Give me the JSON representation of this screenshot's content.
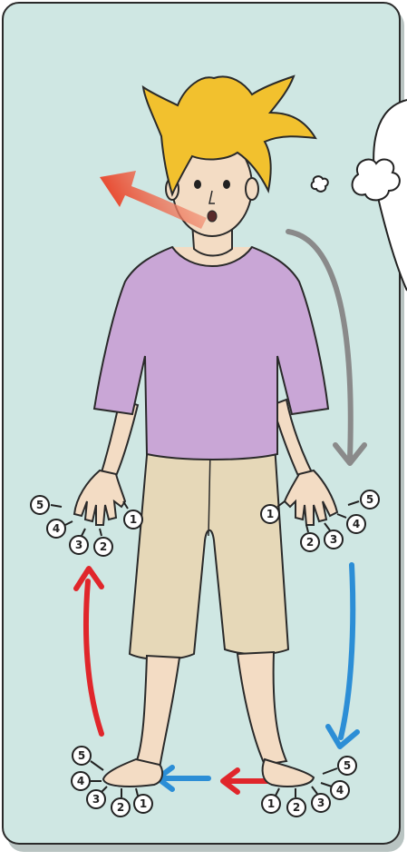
{
  "illustration": {
    "panel_color": "#cfe7e3",
    "shirt_color": "#c9a6d6",
    "pants_color": "#e6d8b8",
    "hair_color": "#f2c12e",
    "skin_color": "#f3dcc4",
    "arrow_gray": "#8a8a8a",
    "arrow_blue": "#2c8ed6",
    "arrow_red": "#e0262b"
  },
  "finger_labels": {
    "left_hand": [
      "1",
      "2",
      "3",
      "4",
      "5"
    ],
    "right_hand": [
      "1",
      "2",
      "3",
      "4",
      "5"
    ],
    "left_foot": [
      "1",
      "2",
      "3",
      "4",
      "5"
    ],
    "right_foot": [
      "1",
      "2",
      "3",
      "4",
      "5"
    ]
  }
}
